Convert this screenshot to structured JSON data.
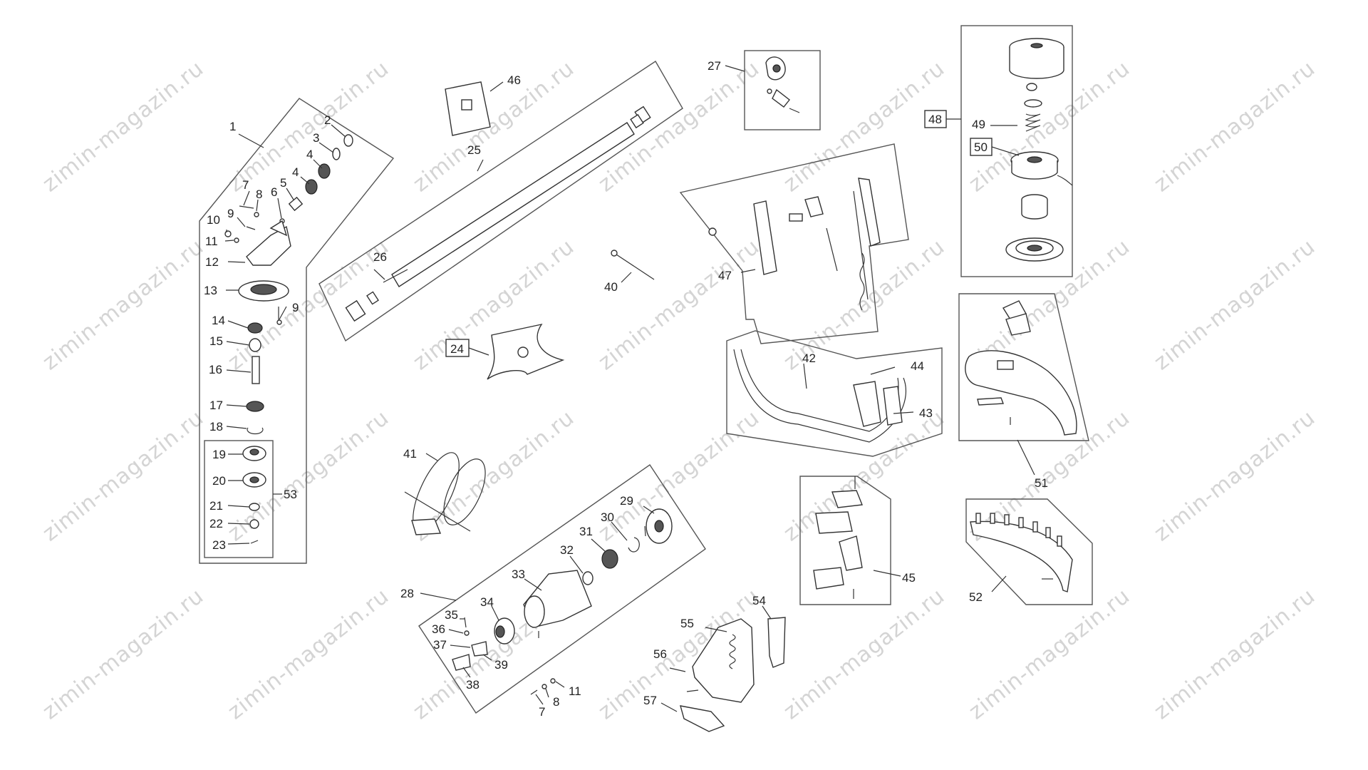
{
  "watermark": "zimin-magazin.ru",
  "callouts": {
    "c1": "1",
    "c2": "2",
    "c3a": "3",
    "c4a": "4",
    "c4b": "4",
    "c5": "5",
    "c6": "6",
    "c7a": "7",
    "c8a": "8",
    "c9a": "9",
    "c9b": "9",
    "c10": "10",
    "c11a": "11",
    "c12": "12",
    "c13": "13",
    "c14": "14",
    "c15": "15",
    "c16": "16",
    "c17": "17",
    "c18": "18",
    "c19": "19",
    "c20": "20",
    "c21": "21",
    "c22": "22",
    "c23": "23",
    "c53": "53",
    "c24": "24",
    "c25": "25",
    "c26": "26",
    "c46": "46",
    "c27": "27",
    "c40": "40",
    "c41": "41",
    "c28": "28",
    "c29": "29",
    "c30": "30",
    "c31": "31",
    "c32": "32",
    "c33": "33",
    "c34": "34",
    "c35": "35",
    "c36": "36",
    "c37": "37",
    "c38": "38",
    "c39": "39",
    "c11b": "11",
    "c8b": "8",
    "c7b": "7",
    "c47": "47",
    "c42": "42",
    "c43": "43",
    "c44": "44",
    "c45": "45",
    "c48": "48",
    "c49": "49",
    "c50": "50",
    "c51": "51",
    "c52": "52",
    "c54": "54",
    "c55": "55",
    "c56": "56",
    "c57": "57"
  }
}
